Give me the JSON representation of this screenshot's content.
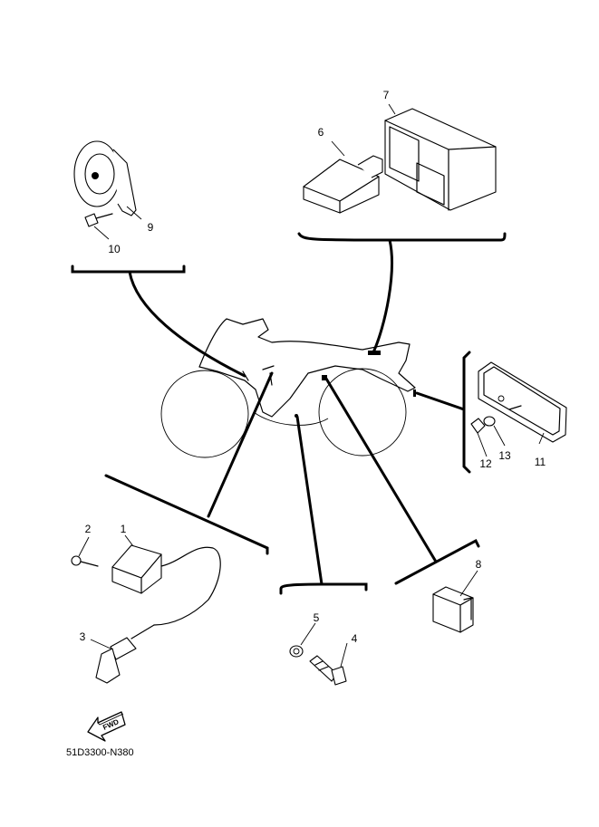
{
  "diagram_code": "51D3300-N380",
  "fwd_label": "FWD",
  "callouts": {
    "c1": "1",
    "c2": "2",
    "c3": "3",
    "c4": "4",
    "c5": "5",
    "c6": "6",
    "c7": "7",
    "c8": "8",
    "c9": "9",
    "c10": "10",
    "c11": "11",
    "c12": "12",
    "c13": "13"
  }
}
